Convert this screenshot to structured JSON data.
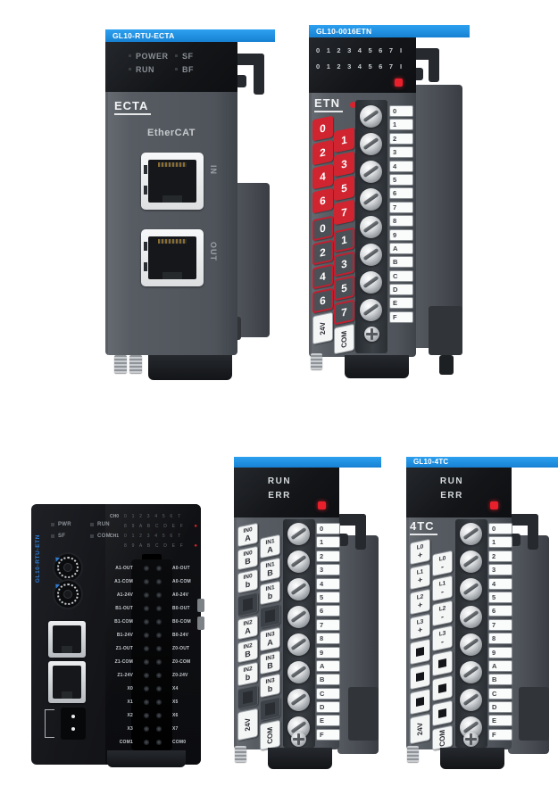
{
  "ecta": {
    "title": "GL10-RTU-ECTA",
    "status_rows": [
      {
        "l": "POWER",
        "r": "SF"
      },
      {
        "l": "RUN",
        "r": "BF"
      }
    ],
    "panel_label": "ECTA",
    "protocol": "EtherCAT",
    "ports": [
      {
        "label": "IN"
      },
      {
        "label": "OUT"
      }
    ]
  },
  "etn": {
    "title": "GL10-0016ETN",
    "led_digits": [
      "0",
      "1",
      "2",
      "3",
      "4",
      "5",
      "6",
      "7"
    ],
    "led_suffix_1": "I",
    "led_suffix_2": "I",
    "panel_label": "ETN",
    "g1_left": [
      "0",
      "2",
      "4",
      "6"
    ],
    "g1_right": [
      "1",
      "3",
      "5",
      "7"
    ],
    "g2_left": [
      "0",
      "2",
      "4",
      "6"
    ],
    "g2_right": [
      "1",
      "3",
      "5",
      "7"
    ],
    "power_left": "24V",
    "power_right": "COM"
  },
  "hex_labels": [
    "0",
    "1",
    "2",
    "3",
    "4",
    "5",
    "6",
    "7",
    "8",
    "9",
    "A",
    "B",
    "C",
    "D",
    "E",
    "F"
  ],
  "coupler": {
    "model_vertical": "GL10-RTU-ETN",
    "status_rows": [
      {
        "l": "PWR",
        "r": "RUN"
      },
      {
        "l": "SF",
        "r": "COM"
      }
    ],
    "ch_rows": [
      {
        "label": "CH0",
        "digits": "0 1 2 3 4 5 6 7",
        "dot": ""
      },
      {
        "label": "",
        "digits": "8 9 A B C D E F",
        "dot": "●"
      },
      {
        "label": "CH1",
        "digits": "0 1 2 3 4 5 6 7",
        "dot": ""
      },
      {
        "label": "",
        "digits": "8 9 A B C D E F",
        "dot": "●"
      }
    ],
    "terminals": [
      {
        "l": "A1-OUT",
        "r": "A0-OUT"
      },
      {
        "l": "A1-COM",
        "r": "A0-COM"
      },
      {
        "l": "A1-24V",
        "r": "A0-24V"
      },
      {
        "l": "B1-OUT",
        "r": "B0-OUT"
      },
      {
        "l": "B1-COM",
        "r": "B0-COM"
      },
      {
        "l": "B1-24V",
        "r": "B0-24V"
      },
      {
        "l": "Z1-OUT",
        "r": "Z0-OUT"
      },
      {
        "l": "Z1-COM",
        "r": "Z0-COM"
      },
      {
        "l": "Z1-24V",
        "r": "Z0-24V"
      },
      {
        "l": "X0",
        "r": "X4"
      },
      {
        "l": "X1",
        "r": "X5"
      },
      {
        "l": "X2",
        "r": "X6"
      },
      {
        "l": "X3",
        "r": "X7"
      },
      {
        "l": "COM1",
        "r": "COM0"
      }
    ]
  },
  "di": {
    "run": "RUN",
    "err": "ERR",
    "left_g1": [
      {
        "top": "IN0",
        "bot": "A"
      },
      {
        "top": "IN0",
        "bot": "B"
      },
      {
        "top": "IN0",
        "bot": "b"
      }
    ],
    "left_g2": [
      {
        "top": "IN2",
        "bot": "A"
      },
      {
        "top": "IN2",
        "bot": "B"
      },
      {
        "top": "IN2",
        "bot": "b"
      }
    ],
    "right_g1": [
      {
        "top": "IN1",
        "bot": "A"
      },
      {
        "top": "IN1",
        "bot": "B"
      },
      {
        "top": "IN1",
        "bot": "b"
      }
    ],
    "right_g2": [
      {
        "top": "IN3",
        "bot": "A"
      },
      {
        "top": "IN3",
        "bot": "B"
      },
      {
        "top": "IN3",
        "bot": "b"
      }
    ],
    "power_left": "24V",
    "power_right": "COM"
  },
  "tc": {
    "title": "GL10-4TC",
    "run": "RUN",
    "err": "ERR",
    "panel_label": "4TC",
    "left_tiles": [
      {
        "top": "L0",
        "bot": "+"
      },
      {
        "top": "L1",
        "bot": "+"
      },
      {
        "top": "L2",
        "bot": "+"
      },
      {
        "top": "L3",
        "bot": "+"
      }
    ],
    "right_tiles": [
      {
        "top": "L0",
        "bot": "-"
      },
      {
        "top": "L1",
        "bot": "-"
      },
      {
        "top": "L2",
        "bot": "-"
      },
      {
        "top": "L3",
        "bot": "-"
      }
    ],
    "power_left": "24V",
    "power_right": "COM"
  },
  "colors": {
    "band_blue": "#1e90e0",
    "tile_red": "#d02430",
    "led_red": "#e0212b"
  }
}
